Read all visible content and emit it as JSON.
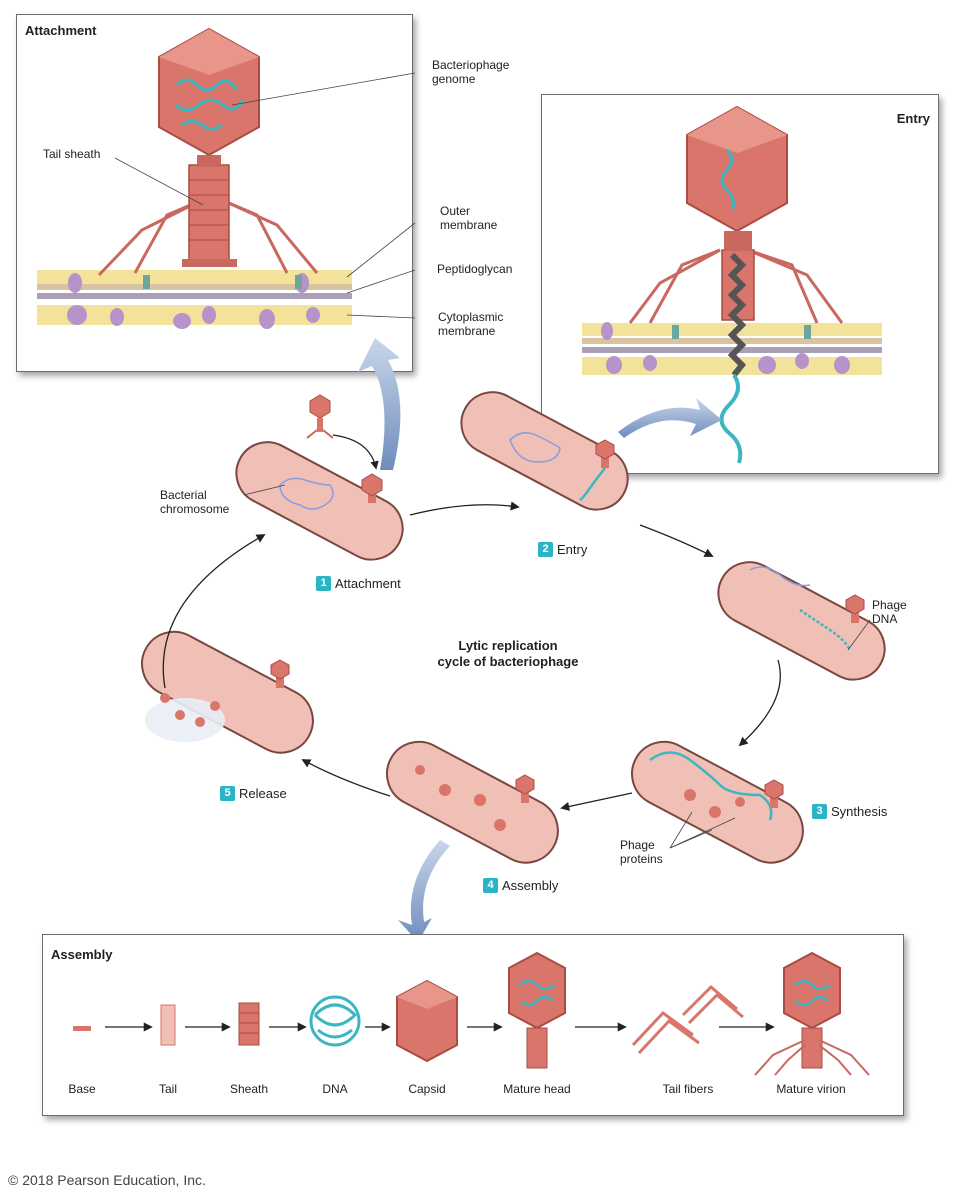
{
  "attachment_panel": {
    "title": "Attachment",
    "labels": {
      "genome": "Bacteriophage\ngenome",
      "tail_sheath": "Tail sheath",
      "outer_membrane": "Outer\nmembrane",
      "peptidoglycan": "Peptidoglycan",
      "cytoplasmic_membrane": "Cytoplasmic\nmembrane"
    }
  },
  "entry_panel": {
    "title": "Entry"
  },
  "cycle": {
    "title": "Lytic replication\ncycle of bacteriophage",
    "bacterial_chromosome": "Bacterial\nchromosome",
    "phage_dna": "Phage\nDNA",
    "phage_proteins": "Phage\nproteins",
    "steps": [
      {
        "num": "1",
        "label": "Attachment"
      },
      {
        "num": "2",
        "label": "Entry"
      },
      {
        "num": "3",
        "label": "Synthesis"
      },
      {
        "num": "4",
        "label": "Assembly"
      },
      {
        "num": "5",
        "label": "Release"
      }
    ]
  },
  "assembly_panel": {
    "title": "Assembly",
    "items": [
      "Base",
      "Tail",
      "Sheath",
      "DNA",
      "Capsid",
      "Mature head",
      "Tail fibers",
      "Mature virion"
    ]
  },
  "copyright": "© 2018 Pearson Education, Inc.",
  "colors": {
    "phage": "#d9756a",
    "phage_dark": "#a94c44",
    "cell": "#f0c0b6",
    "dna": "#3cb6c0",
    "step_badge": "#2bb3c6",
    "arrow_blue": "#7f9bc4"
  }
}
